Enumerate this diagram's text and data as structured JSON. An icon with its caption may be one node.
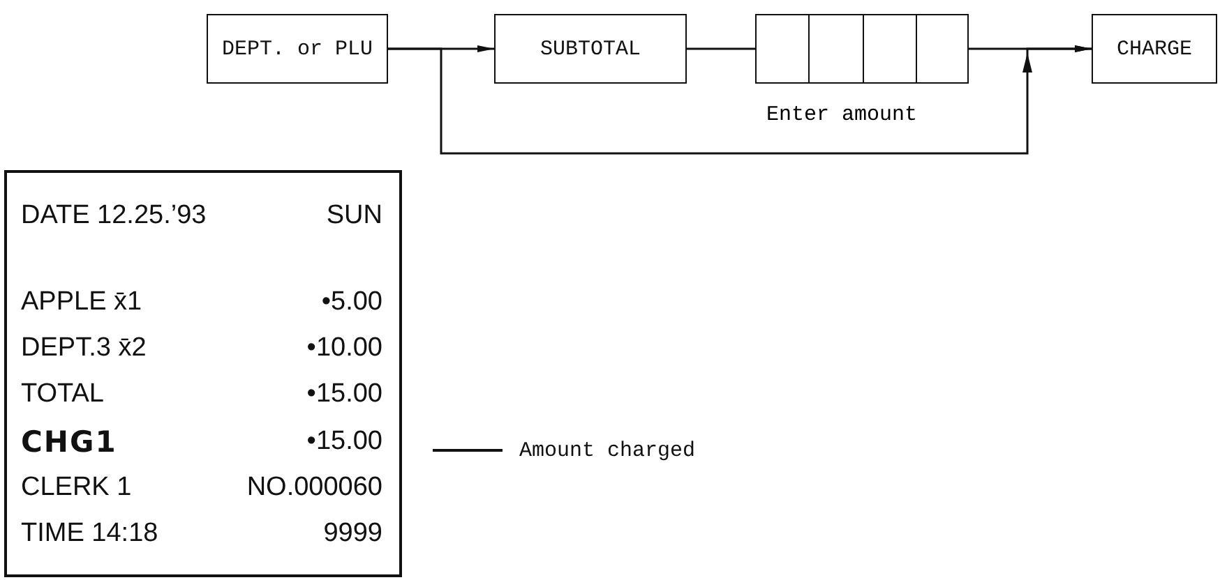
{
  "diagram": {
    "nodes": [
      {
        "text": [
          "DEPT. or PLU"
        ]
      },
      {
        "text": [
          "SUBTOTAL"
        ]
      },
      {
        "text": [],
        "shape": "box",
        "beside": [
          "Enter amount"
        ]
      },
      {
        "text": [
          "CHARGE"
        ]
      },
      {
        "text": [
          "DATE 12.25.’93",
          "SUN",
          "APPLE x̄1",
          "•5.00",
          "DEPT.3 x̄2",
          "•10.00",
          "TOTAL",
          "•15.00",
          "CHG1",
          "•15.00",
          "CLERK 1",
          "NO.000060",
          "TIME 14:18",
          "9999"
        ]
      },
      {
        "text": [
          "Amount charged"
        ]
      }
    ],
    "edges": [
      {
        "from": 0,
        "to": 1,
        "arrow": "to"
      },
      {
        "from": 1,
        "to": 2,
        "arrow": "none"
      },
      {
        "from": 2,
        "to": 3,
        "arrow": "to"
      },
      {
        "from": 0,
        "to": 3,
        "arrow": "to"
      },
      {
        "from": 5,
        "to": 4,
        "arrow": "none"
      }
    ]
  }
}
